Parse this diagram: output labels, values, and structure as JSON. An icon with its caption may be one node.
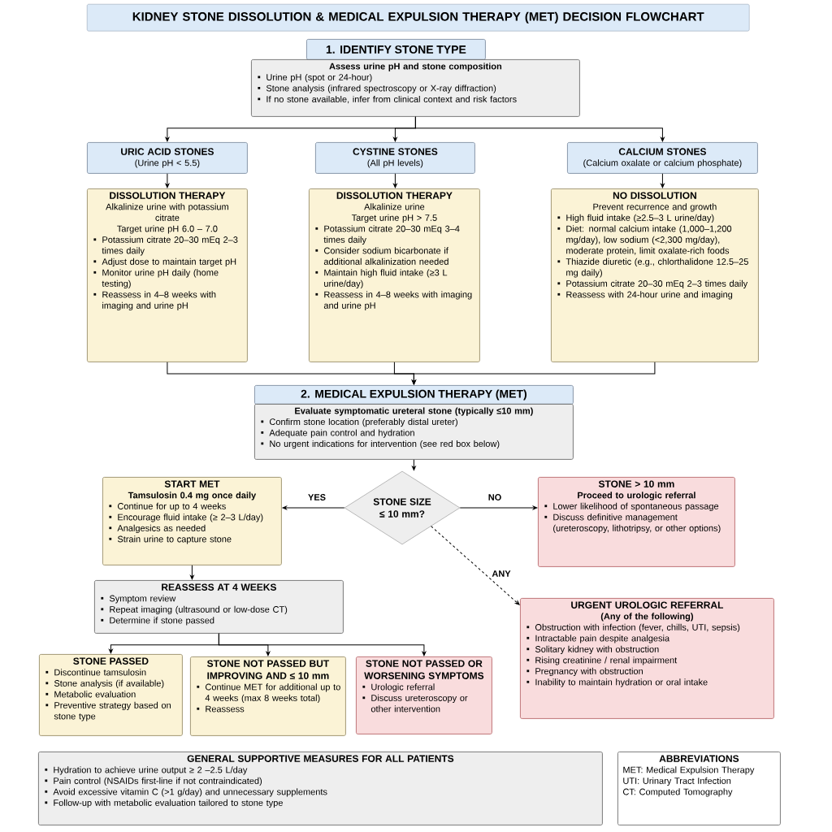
{
  "diagram": {
    "title": "KIDNEY STONE DISSOLUTION & MEDICAL EXPULSION THERAPY (MET) DECISION FLOWCHART",
    "nodes": [
      {
        "text": [
          "1. IDENTIFY STONE TYPE"
        ]
      },
      {
        "text": [
          "Assess urine pH and stone composition",
          "Urine pH (spot or 24-hour)",
          "Stone analysis (infrared spectroscopy or X-ray diffraction)",
          "If no stone available, infer from clinical context and risk factors"
        ]
      },
      {
        "text": [
          "URIC ACID STONES",
          "(Urine pH < 5.5)"
        ]
      },
      {
        "text": [
          "CYSTINE STONES",
          "(All pH levels)"
        ]
      },
      {
        "text": [
          "CALCIUM STONES",
          "(Calcium oxalate or calcium phosphate)"
        ]
      },
      {
        "text": [
          "DISSOLUTION THERAPY",
          "Alkalinize urine with potassium citrate",
          "Target urine pH 6.0 – 7.0",
          "Potassium citrate 20–30 mEq 2–3 times daily",
          "Adjust dose to maintain target pH",
          "Monitor urine pH daily (home testing)",
          "Reassess in 4–8 weeks with imaging and urine pH"
        ]
      },
      {
        "text": [
          "DISSOLUTION THERAPY",
          "Alkalinize urine",
          "Target urine pH > 7.5",
          "Potassium citrate 20–30 mEq 3–4 times daily",
          "Consider sodium bicarbonate if additional alkalinization needed",
          "Maintain high fluid intake (≥3 L urine/day)",
          "Reassess in 4–8 weeks with imaging and urine pH"
        ]
      },
      {
        "text": [
          "NO DISSOLUTION",
          "Prevent recurrence and growth",
          "High fluid intake (≥2.5–3 L urine/day)",
          "Diet: normal calcium intake (1,000–1,200 mg/day), low sodium (<2,300 mg/day), moderate protein, limit oxalate-rich foods",
          "Thiazide diuretic (e.g., chlorthalidone 12.5–25 mg daily)",
          "Potassium citrate 20–30 mEq 2–3 times daily",
          "Reassess with 24-hour urine and imaging"
        ]
      },
      {
        "text": [
          "2. MEDICAL EXPULSION THERAPY (MET)"
        ]
      },
      {
        "text": [
          "Evaluate symptomatic ureteral stone (typically ≤10 mm)",
          "Confirm stone location (preferably distal ureter)",
          "Adequate pain control and hydration",
          "No urgent indications for intervention (see red box below)"
        ]
      },
      {
        "text": [
          "STONE SIZE ≤ 10 mm?"
        ]
      },
      {
        "text": [
          "START MET",
          "Tamsulosin 0.4 mg once daily",
          "Continue for up to 4 weeks",
          "Encourage fluid intake (≥ 2–3 L/day)",
          "Analgesics as needed",
          "Strain urine to capture stone"
        ]
      },
      {
        "text": [
          "STONE > 10 mm",
          "Proceed to urologic referral",
          "Lower likelihood of spontaneous passage",
          "Discuss definitive management (ureteroscopy, lithotripsy, or other options)"
        ]
      },
      {
        "text": [
          "URGENT UROLOGIC REFERRAL",
          "(Any of the following)",
          "Obstruction with infection (fever, chills, UTI, sepsis)",
          "Intractable pain despite analgesia",
          "Solitary kidney with obstruction",
          "Rising creatinine / renal impairment",
          "Pregnancy with obstruction",
          "Inability to maintain hydration or oral intake"
        ]
      },
      {
        "text": [
          "REASSESS AT 4 WEEKS",
          "Symptom review",
          "Repeat imaging (ultrasound or low-dose CT)",
          "Determine if stone passed"
        ]
      },
      {
        "text": [
          "STONE PASSED",
          "Discontinue tamsulosin",
          "Stone analysis (if available)",
          "Metabolic evaluation",
          "Preventive strategy based on stone type"
        ]
      },
      {
        "text": [
          "STONE NOT PASSED BUT IMPROVING AND ≤ 10 mm",
          "Continue MET for additional up to 4 weeks (max 8 weeks total)",
          "Reassess"
        ]
      },
      {
        "text": [
          "STONE NOT PASSED OR WORSENING SYMPTOMS",
          "Urologic referral",
          "Discuss ureteroscopy or other intervention"
        ]
      },
      {
        "text": [
          "GENERAL SUPPORTIVE MEASURES FOR ALL PATIENTS",
          "Hydration to achieve urine output ≥ 2 –2.5 L/day",
          "Pain control (NSAIDs first-line if not contraindicated)",
          "Avoid excessive vitamin C (>1 g/day) and unnecessary supplements",
          "Follow-up with metabolic evaluation tailored to stone type"
        ]
      },
      {
        "text": [
          "ABBREVIATIONS",
          "MET: Medical Expulsion Therapy",
          "UTI: Urinary Tract Infection",
          "CT: Computed Tomography"
        ]
      }
    ],
    "edges": [
      {
        "from": 1,
        "to": 2,
        "arrow": "to"
      },
      {
        "from": 1,
        "to": 3,
        "arrow": "to"
      },
      {
        "from": 1,
        "to": 4,
        "arrow": "to"
      },
      {
        "from": 2,
        "to": 5,
        "arrow": "to"
      },
      {
        "from": 3,
        "to": 6,
        "arrow": "to"
      },
      {
        "from": 4,
        "to": 7,
        "arrow": "to"
      },
      {
        "from": 5,
        "to": 8,
        "arrow": "to"
      },
      {
        "from": 6,
        "to": 8,
        "arrow": "to"
      },
      {
        "from": 7,
        "to": 8,
        "arrow": "to"
      },
      {
        "from": 9,
        "to": 10,
        "arrow": "to"
      },
      {
        "from": 10,
        "to": 11,
        "arrow": "to",
        "label": "YES"
      },
      {
        "from": 10,
        "to": 12,
        "arrow": "to",
        "label": "NO"
      },
      {
        "from": 10,
        "to": 13,
        "arrow": "to",
        "label": "ANY",
        "style": "dashed"
      },
      {
        "from": 11,
        "to": 14,
        "arrow": "to"
      },
      {
        "from": 14,
        "to": 15,
        "arrow": "to"
      },
      {
        "from": 14,
        "to": 16,
        "arrow": "to"
      },
      {
        "from": 14,
        "to": 17,
        "arrow": "to"
      }
    ]
  }
}
